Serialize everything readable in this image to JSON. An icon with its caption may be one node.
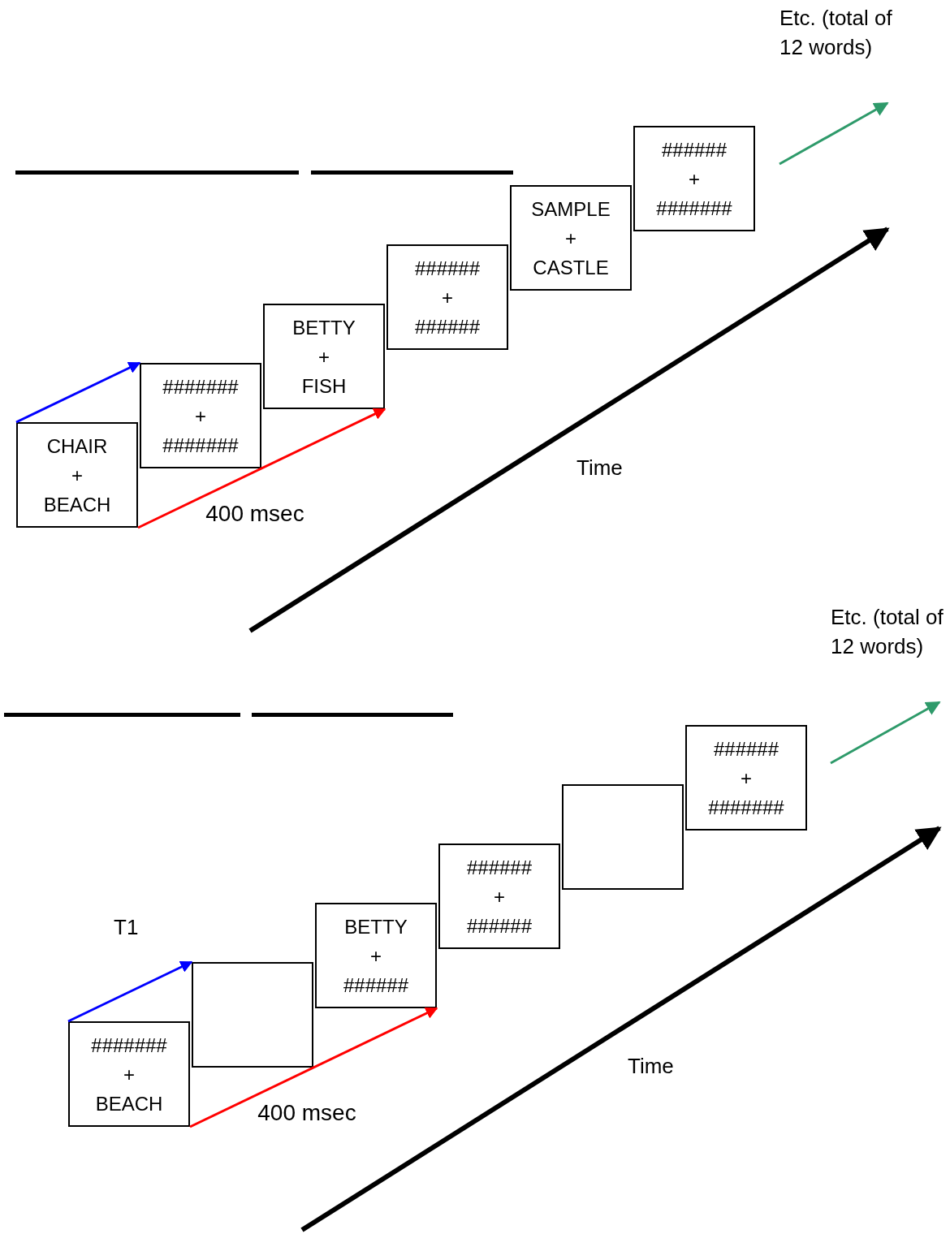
{
  "diagram": {
    "nodes": [
      {
        "text": [
          "CHAIR",
          "+",
          "BEACH"
        ]
      },
      {
        "text": [
          "#######",
          "+",
          "#######"
        ]
      },
      {
        "text": [
          "BETTY",
          "+",
          "FISH"
        ]
      },
      {
        "text": [
          "######",
          "+",
          "######"
        ]
      },
      {
        "text": [
          "SAMPLE",
          "+",
          "CASTLE"
        ]
      },
      {
        "text": [
          "######",
          "+",
          "#######"
        ]
      },
      {
        "text": [
          "#######",
          "+",
          "BEACH"
        ]
      },
      {
        "text": [],
        "shape": "box"
      },
      {
        "text": [
          "BETTY",
          "+",
          "######"
        ]
      },
      {
        "text": [
          "######",
          "+",
          "######"
        ]
      },
      {
        "text": [],
        "shape": "box"
      },
      {
        "text": [
          "######",
          "+",
          "#######"
        ]
      }
    ],
    "edges": [
      {
        "from": 0,
        "to": 1,
        "arrow": "to",
        "color": "#0000ff"
      },
      {
        "from": 0,
        "to": 2,
        "arrow": "to",
        "color": "#ff0000",
        "label": "400 msec"
      },
      {
        "from": 6,
        "to": 7,
        "arrow": "to",
        "color": "#0000ff"
      },
      {
        "from": 6,
        "to": 8,
        "arrow": "to",
        "color": "#ff0000",
        "label": "400 msec"
      }
    ],
    "labels": [
      "Etc. (total of 12 words)",
      "Time",
      "T1",
      "Etc. (total of 12 words)",
      "Time"
    ]
  }
}
